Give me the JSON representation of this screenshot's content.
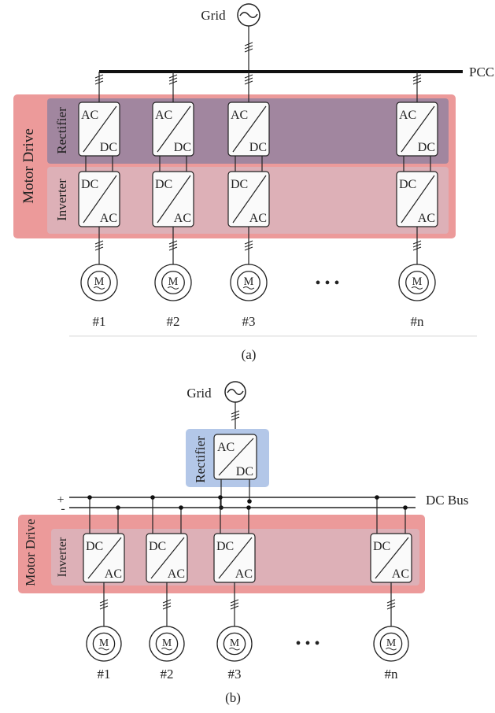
{
  "panel_a": {
    "grid_label": "Grid",
    "pcc_label": "PCC",
    "motor_drive_label": "Motor Drive",
    "rectifier_label": "Rectifier",
    "inverter_label": "Inverter",
    "rectifier_top": "AC",
    "rectifier_bottom": "DC",
    "inverter_top": "DC",
    "inverter_bottom": "AC",
    "motor_symbol": "M",
    "ellipsis": "• • •",
    "motors": [
      "#1",
      "#2",
      "#3",
      "#n"
    ],
    "caption": "(a)",
    "colors": {
      "motor_drive": "#ec9a9a",
      "rectifier_band": "#a1869f",
      "inverter_band": "#ddb0b7"
    }
  },
  "panel_b": {
    "grid_label": "Grid",
    "rectifier_label": "Rectifier",
    "rectifier_top": "AC",
    "rectifier_bottom": "DC",
    "dc_bus_label": "DC Bus",
    "plus_label": "+",
    "minus_label": "-",
    "motor_drive_label": "Motor Drive",
    "inverter_label": "Inverter",
    "inverter_top": "DC",
    "inverter_bottom": "AC",
    "motor_symbol": "M",
    "ellipsis": "• • •",
    "motors": [
      "#1",
      "#2",
      "#3",
      "#n"
    ],
    "caption": "(b)",
    "colors": {
      "motor_drive": "#ec9a9a",
      "inverter_band": "#ddb0b7",
      "rectifier_box": "#b3c7e8"
    }
  }
}
